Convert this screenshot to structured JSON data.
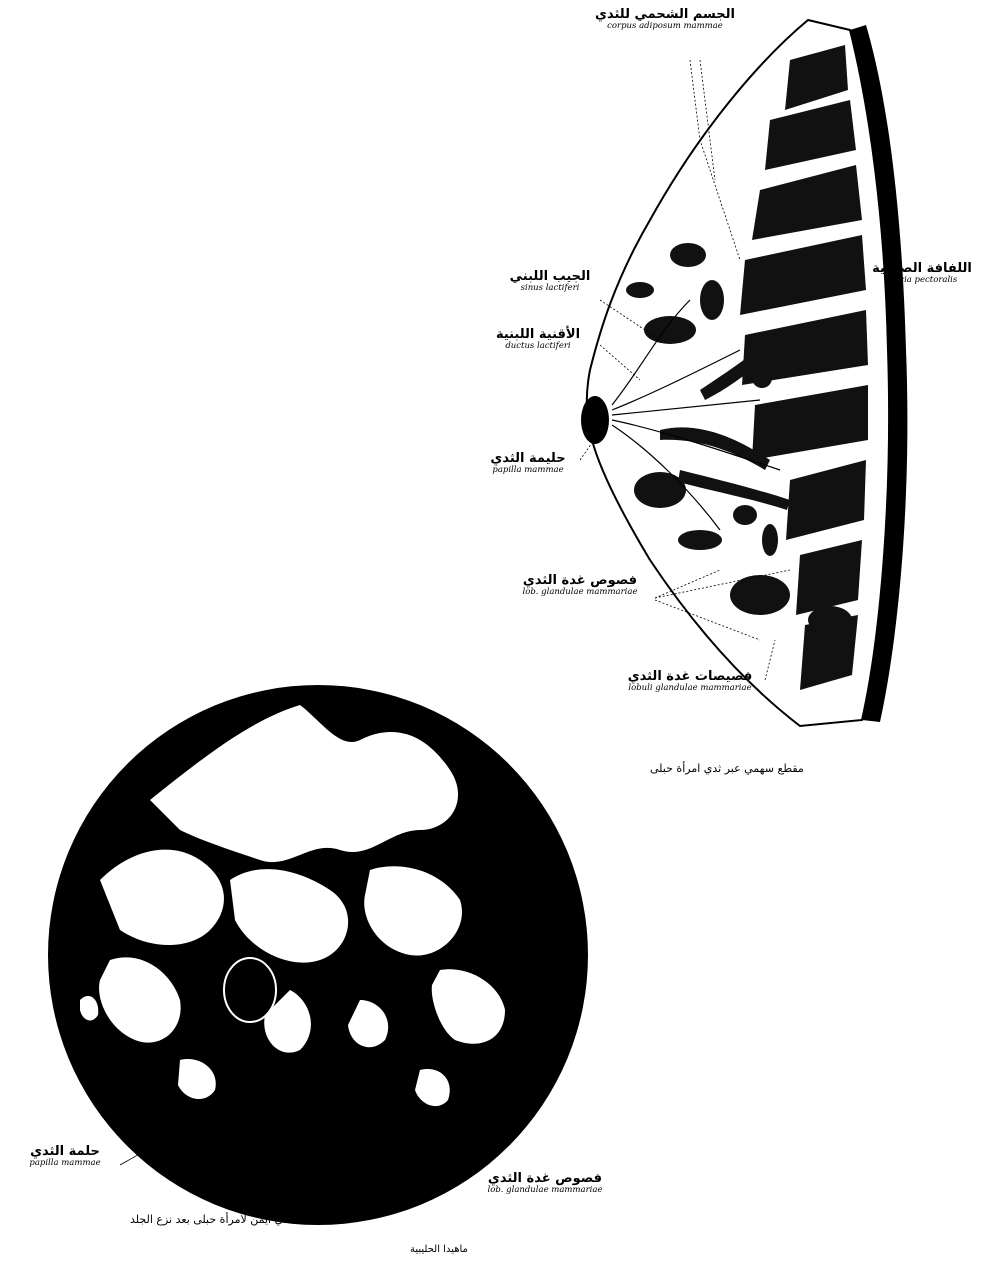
{
  "colors": {
    "ink": "#000000",
    "paper": "#ffffff"
  },
  "section": {
    "labels": {
      "corpus_adiposum": {
        "ar": "الجسم الشحمي للثدي",
        "la": "corpus adiposum mammae"
      },
      "fascia_pectoralis": {
        "ar": "اللفافة الصدرية",
        "la": "fascia pectoralis"
      },
      "sinus_lactiferi": {
        "ar": "الجيب اللبني",
        "la": "sinus lactiferi"
      },
      "ductus_lactiferi": {
        "ar": "الأقنية اللبنية",
        "la": "ductus lactiferi"
      },
      "papilla": {
        "ar": "حليمة الثدي",
        "la": "papilla mammae"
      },
      "lobi": {
        "ar": "فصوص غدة الثدي",
        "la": "lob. glandulae mammariae"
      },
      "lobuli": {
        "ar": "فصيصات غدة الثدي",
        "la": "lobuli glandulae mammariae"
      }
    },
    "caption": "مقطع سهمي عبر ثدي امرأة حبلى"
  },
  "gland": {
    "labels": {
      "papilla": {
        "ar": "حلمة الثدي",
        "la": "papilla mammae"
      },
      "lobi": {
        "ar": "فصوص غدة الثدي",
        "la": "lob. glandulae mammariae"
      }
    },
    "caption": "غدة ثدي أيمن لامرأة حبلى بعد نزع الجلد"
  },
  "footer": "ماهيدا الحليبية"
}
